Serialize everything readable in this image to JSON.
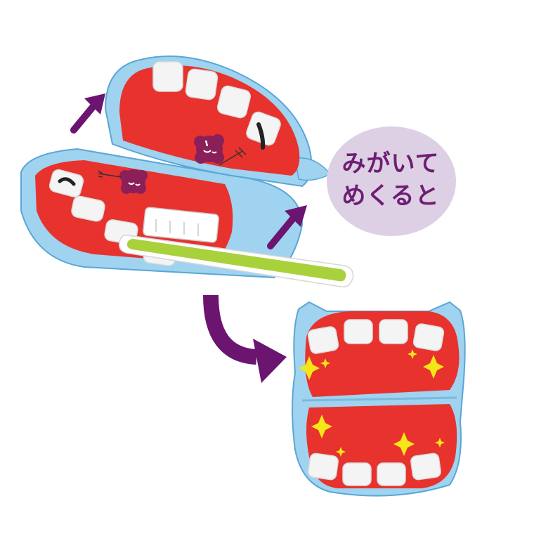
{
  "bubble": {
    "line1": "みがいて",
    "line2": "めくると",
    "bg_color": "#ddd0e4",
    "text_color": "#6e1e72"
  },
  "colors": {
    "felt_blue": "#9fd3ef",
    "mouth_red": "#e8322e",
    "tooth_white": "#f4f4f4",
    "germ_purple": "#8a1f5a",
    "arrow_purple": "#6b1570",
    "sparkle_yellow": "#f5e61a",
    "brush_green": "#a9d13c"
  },
  "illustration": {
    "before": "open felt mouth with germs and dirty teeth, toothbrush",
    "after": "clean felt mouth with sparkles",
    "arrows": [
      "up-arrow-left",
      "up-arrow-right",
      "curved-down-arrow"
    ]
  }
}
